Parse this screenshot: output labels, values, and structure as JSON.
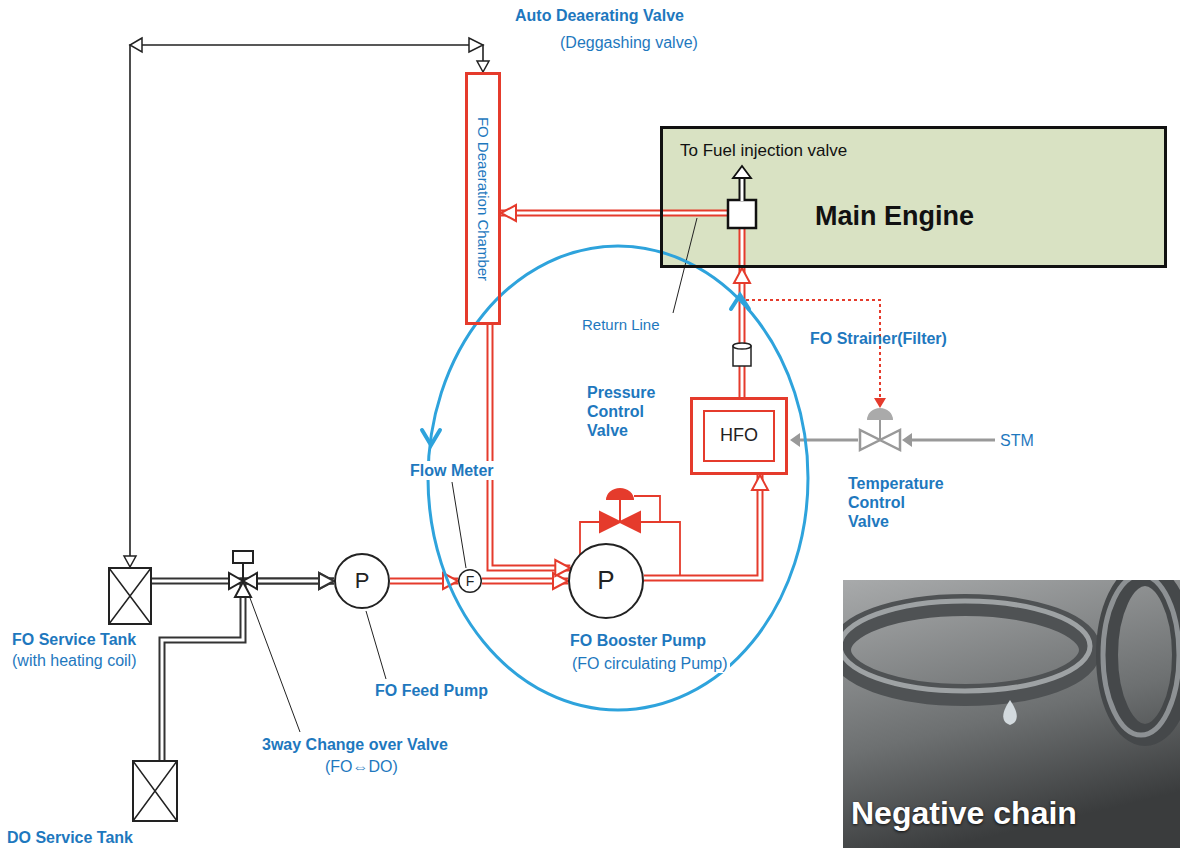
{
  "diagram": {
    "nodes": [
      {
        "text": [
          "FO Service Tank",
          "(with heating coil)"
        ]
      },
      {
        "text": [
          "DO Service Tank"
        ]
      },
      {
        "text": [
          "P"
        ]
      },
      {
        "text": [
          "F"
        ]
      },
      {
        "text": [
          "P"
        ]
      },
      {
        "text": [
          "HFO"
        ]
      },
      {
        "text": [
          "FO Deaeration Chamber"
        ]
      },
      {
        "text": [
          "To Fuel injection valve",
          "Main Engine"
        ]
      },
      {
        "text": [
          "Negative chain"
        ]
      }
    ],
    "edges": [
      {
        "from": 0,
        "to": 2,
        "arrow": "to"
      },
      {
        "from": 1,
        "to": 2,
        "arrow": "to"
      },
      {
        "from": 2,
        "to": 3,
        "arrow": "to"
      },
      {
        "from": 3,
        "to": 4,
        "arrow": "to"
      },
      {
        "from": 4,
        "to": 5,
        "arrow": "to"
      },
      {
        "from": 5,
        "to": 7,
        "arrow": "to"
      },
      {
        "from": 7,
        "to": 6,
        "arrow": "to"
      },
      {
        "from": 6,
        "to": 4,
        "arrow": "to"
      },
      {
        "from": 6,
        "to": 0,
        "arrow": "both"
      }
    ],
    "labels": [
      "Auto Deaerating Valve",
      "(Deggashing valve)",
      "Return Line",
      "FO Strainer(Filter)",
      "Pressure Control Valve",
      "Flow Meter",
      "Temperature Control Valve",
      "STM",
      "FO Booster Pump",
      "(FO circulating Pump)",
      "FO Feed Pump",
      "3way Change over Valve",
      "(FO⇔DO)"
    ]
  }
}
